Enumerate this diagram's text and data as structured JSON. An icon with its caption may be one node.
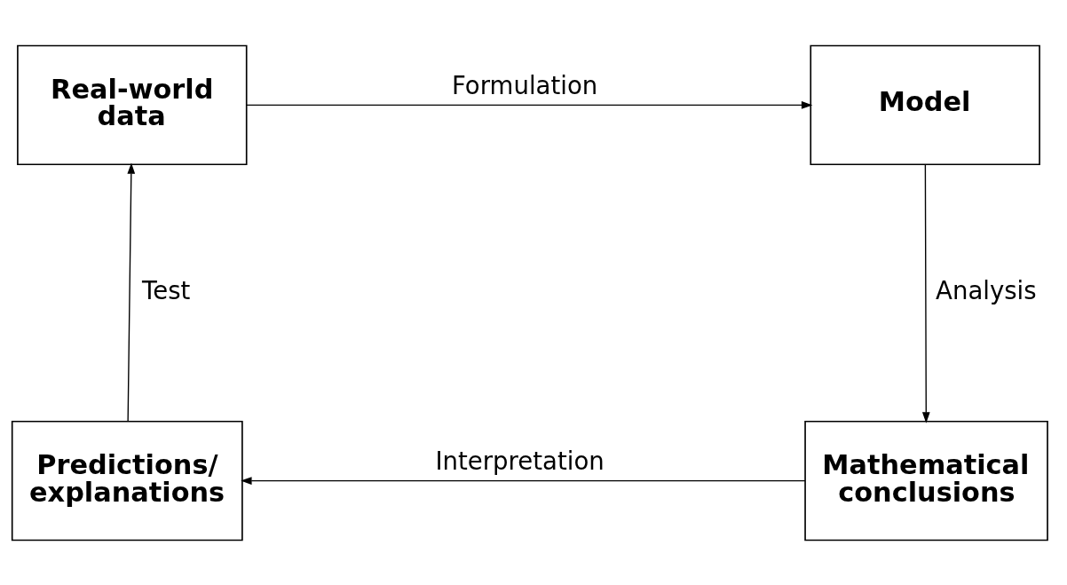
{
  "diagram": {
    "nodes": [
      {
        "text": [
          "Real-world data"
        ]
      },
      {
        "text": [
          "Model"
        ]
      },
      {
        "text": [
          "Mathematical conclusions"
        ]
      },
      {
        "text": [
          "Predictions/ explanations"
        ]
      }
    ],
    "edges": [
      {
        "from": 0,
        "to": 1,
        "arrow": "to",
        "label": "Formulation"
      },
      {
        "from": 1,
        "to": 2,
        "arrow": "to",
        "label": "Analysis"
      },
      {
        "from": 2,
        "to": 3,
        "arrow": "to",
        "label": "Interpretation"
      },
      {
        "from": 3,
        "to": 0,
        "arrow": "to",
        "label": "Test"
      }
    ]
  }
}
